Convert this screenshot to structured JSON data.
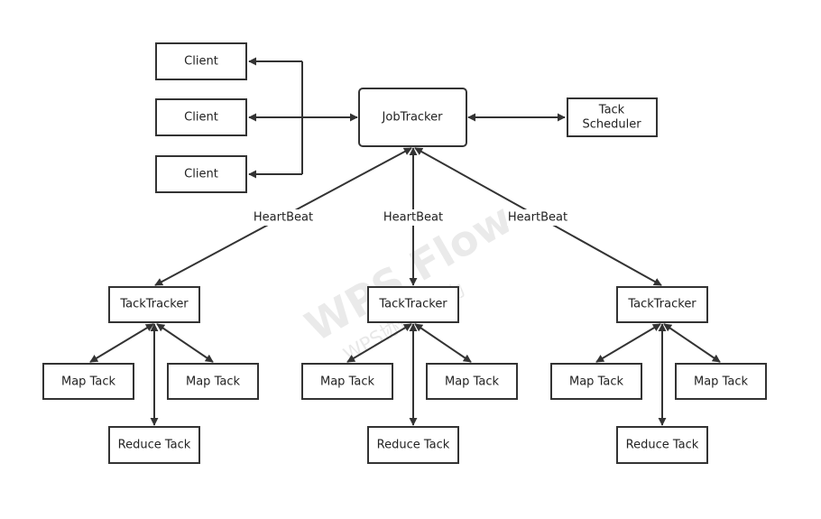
{
  "nodes": {
    "client_1": "Client",
    "client_2": "Client",
    "client_3": "Client",
    "job_tracker": "JobTracker",
    "tack_scheduler_line1": "Tack",
    "tack_scheduler_line2": "Scheduler",
    "tacktracker_left": "TackTracker",
    "tacktracker_middle": "TackTracker",
    "tacktracker_right": "TackTracker",
    "map_tack_left_a": "Map Tack",
    "map_tack_left_b": "Map Tack",
    "map_tack_middle_a": "Map Tack",
    "map_tack_middle_b": "Map Tack",
    "map_tack_right_a": "Map Tack",
    "map_tack_right_b": "Map Tack",
    "reduce_tack_left": "Reduce Tack",
    "reduce_tack_middle": "Reduce Tack",
    "reduce_tack_right": "Reduce Tack"
  },
  "edge_labels": {
    "heartbeat_left": "HeartBeat",
    "heartbeat_middle": "HeartBeat",
    "heartbeat_right": "HeartBeat"
  },
  "watermark": {
    "main": "WPS Flow",
    "sub": "WPS协作图能力"
  },
  "colors": {
    "stroke": "#333333",
    "text": "#222222",
    "background": "#ffffff",
    "watermark": "#d9d9d9"
  }
}
